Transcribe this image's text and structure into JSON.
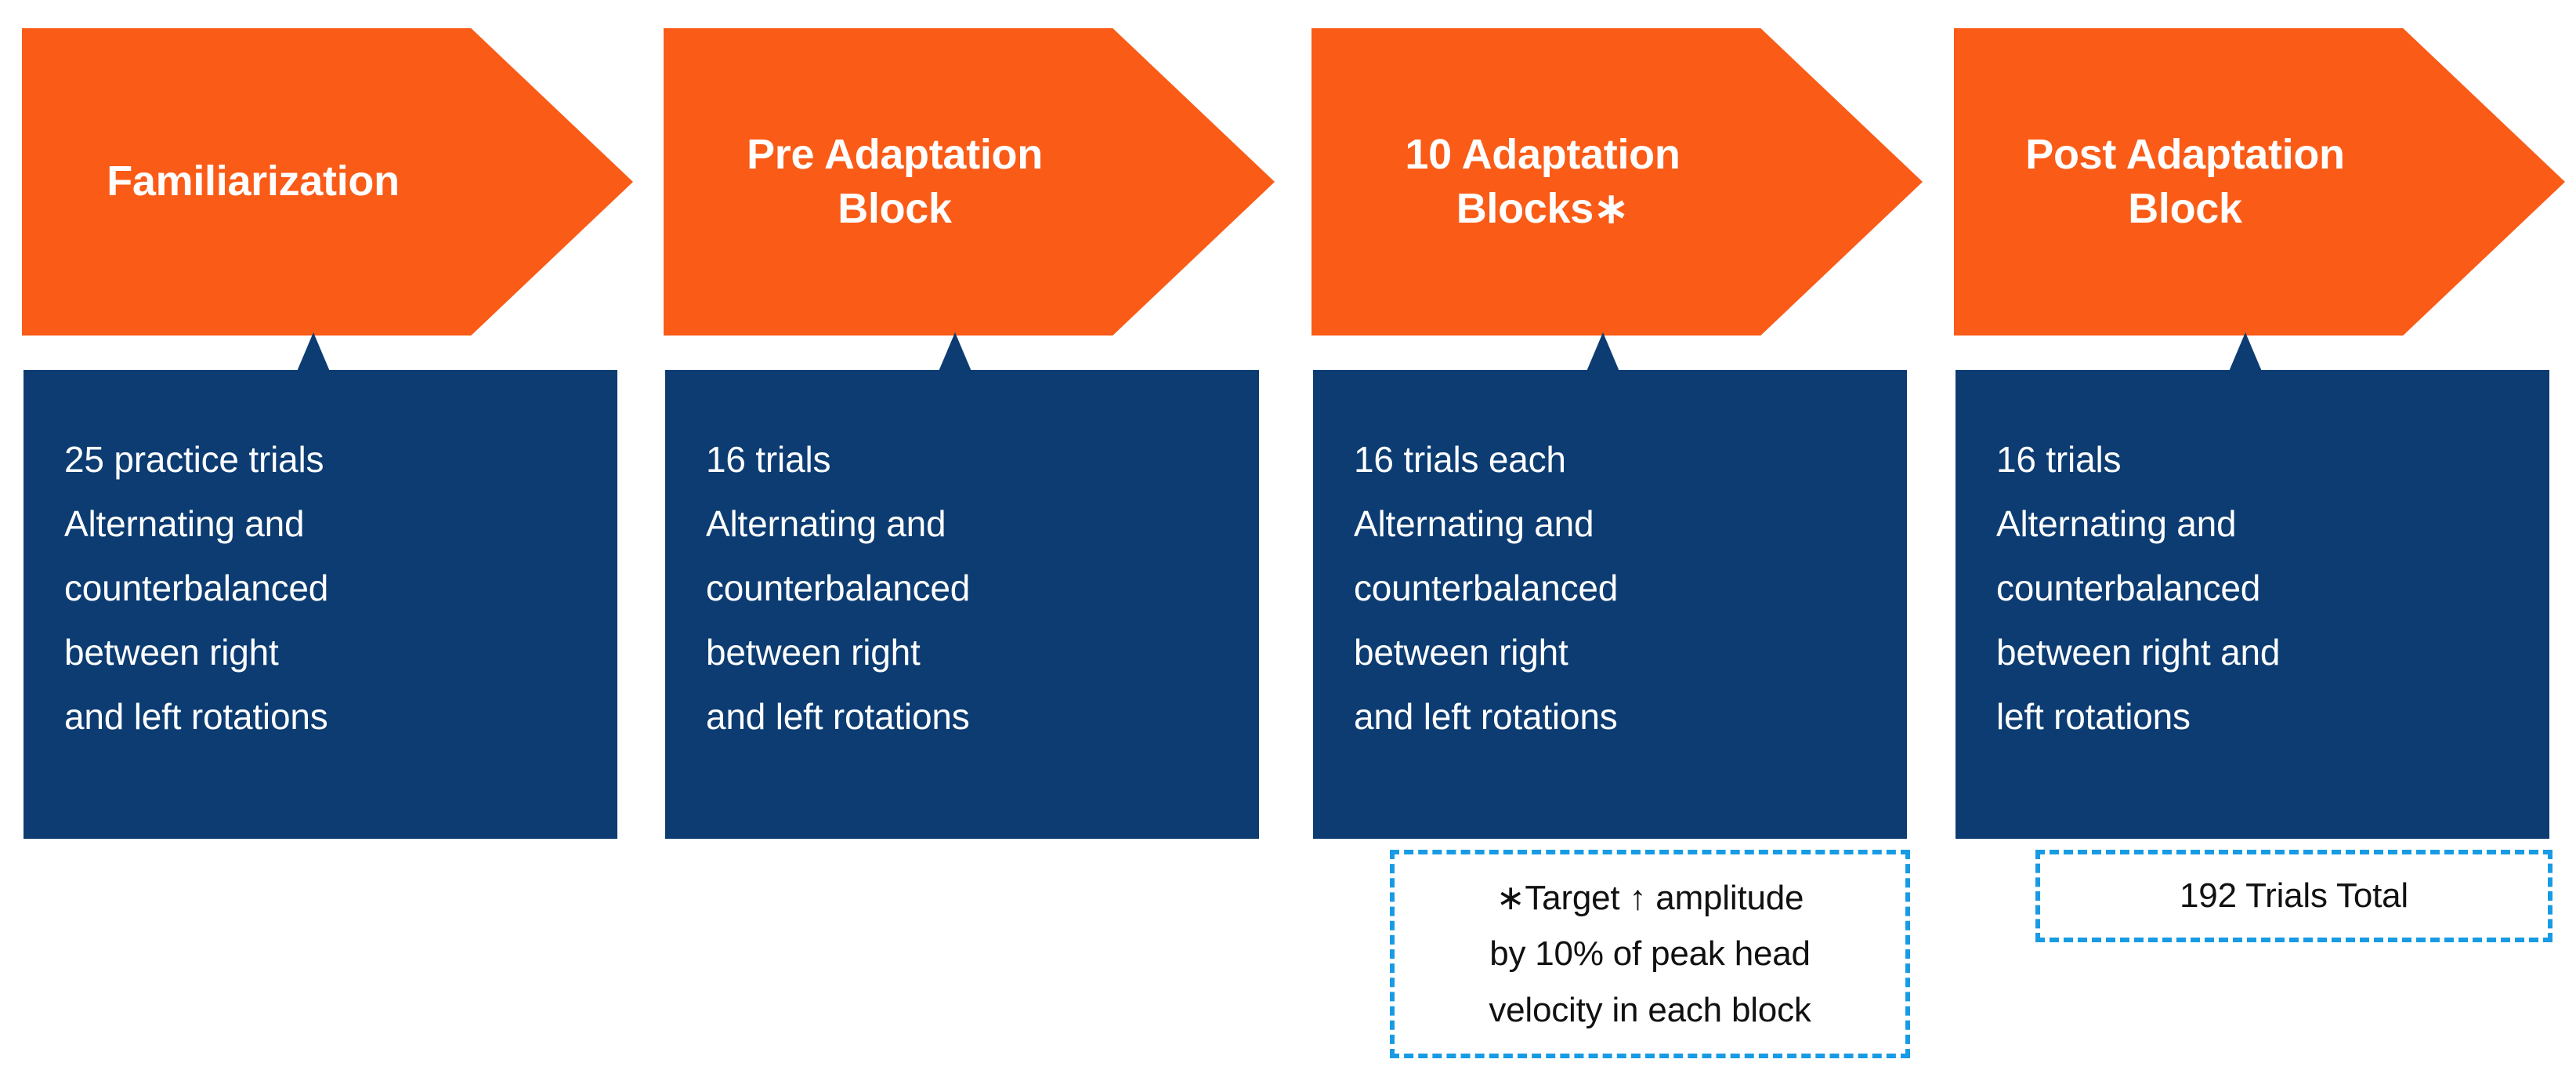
{
  "colors": {
    "arrow_fill": "#FA5B17",
    "box_fill": "#0C3C72",
    "dashed_border": "#189BE5",
    "arrow_text": "#FFFFFF",
    "box_text": "#FFFFFF",
    "note_text": "#111111",
    "page_background": "#FFFFFF"
  },
  "phases": [
    {
      "title": "Familiarization",
      "title_has_asterisk": false,
      "details": "25 practice trials\nAlternating and\ncounterbalanced\nbetween right\nand left rotations",
      "callout": null
    },
    {
      "title": "Pre Adaptation\nBlock",
      "title_has_asterisk": false,
      "details": "16 trials\nAlternating and\ncounterbalanced\nbetween right\nand left rotations",
      "callout": null
    },
    {
      "title": "10 Adaptation\nBlocks",
      "title_has_asterisk": true,
      "asterisk": "∗",
      "details": "16 trials each\nAlternating and\ncounterbalanced\nbetween right\nand left rotations",
      "callout": {
        "kind": "footnote",
        "text": "∗Target ↑ amplitude\nby 10% of peak head\nvelocity in each block"
      }
    },
    {
      "title": "Post Adaptation\nBlock",
      "title_has_asterisk": false,
      "details": "16 trials\nAlternating and\ncounterbalanced\nbetween right and\nleft rotations",
      "callout": {
        "kind": "total",
        "text": "192 Trials Total"
      }
    }
  ]
}
